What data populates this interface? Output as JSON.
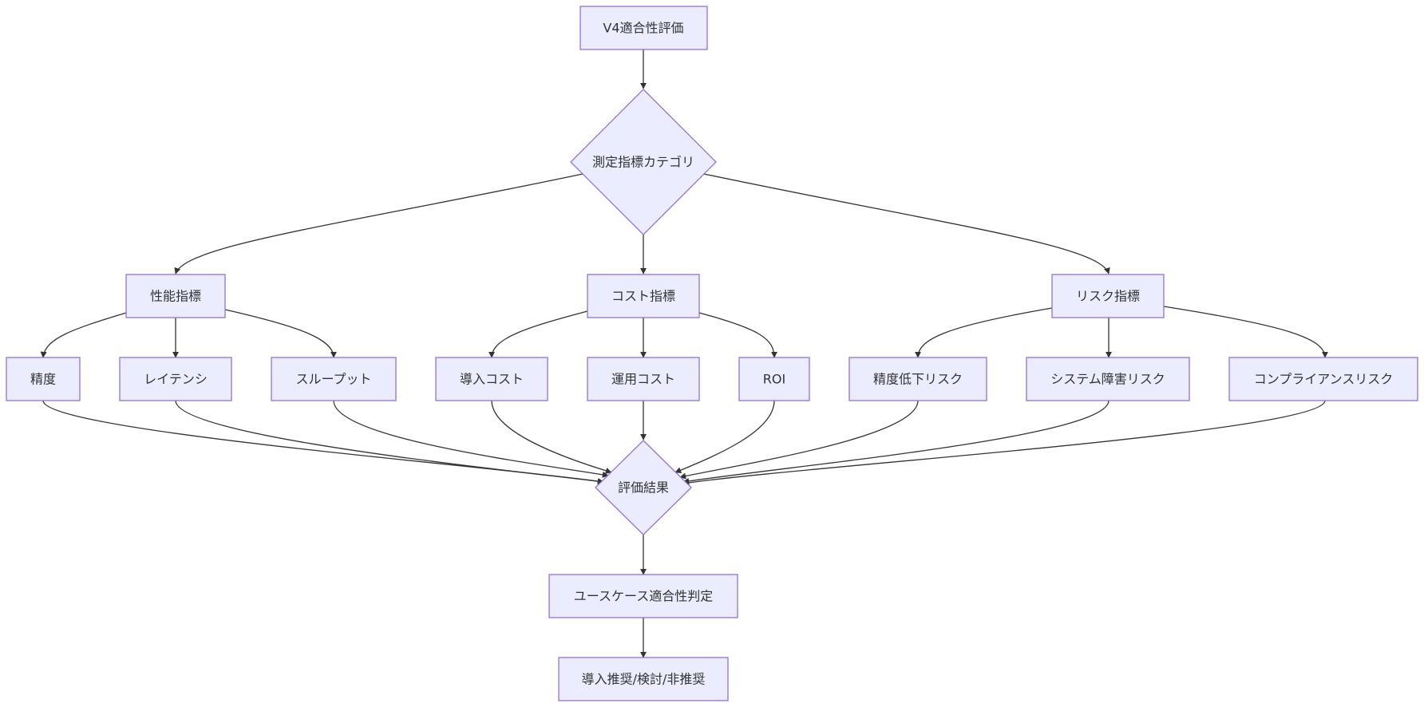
{
  "diagram": {
    "nodes": {
      "start": "V4適合性評価",
      "category": "測定指標カテゴリ",
      "perf": "性能指標",
      "cost": "コスト指標",
      "risk": "リスク指標",
      "accuracy": "精度",
      "latency": "レイテンシ",
      "throughput": "スループット",
      "intro_cost": "導入コスト",
      "ops_cost": "運用コスト",
      "roi": "ROI",
      "acc_risk": "精度低下リスク",
      "sys_risk": "システム障害リスク",
      "comp_risk": "コンプライアンスリスク",
      "result": "評価結果",
      "judge": "ユースケース適合性判定",
      "final": "導入推奨/検討/非推奨"
    }
  },
  "colors": {
    "node_fill": "#ECECFF",
    "node_stroke": "#9370DB",
    "edge": "#333333",
    "text": "#333333"
  }
}
